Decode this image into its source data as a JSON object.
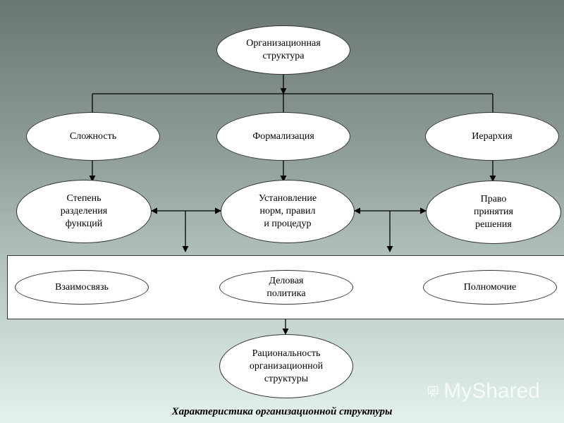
{
  "diagram": {
    "root": "Организационная\nструктура",
    "level1": [
      "Сложность",
      "Формализация",
      "Иерархия"
    ],
    "level2": [
      "Степень\nразделения\nфункций",
      "Установление\nнорм, правил\nи процедур",
      "Право\nпринятия\nрешения"
    ],
    "level3": [
      "Взаимосвязь",
      "Деловая\nполитика",
      "Полномочие"
    ],
    "result": "Рациональность\nорганизационной\nструктуры"
  },
  "caption": "Характеристика организационной структуры",
  "watermark": "MyShared",
  "colors": {
    "line": "#000000",
    "node_fill": "#ffffff",
    "bg_top": "#6a7674",
    "bg_bottom": "#e4f2ef"
  }
}
